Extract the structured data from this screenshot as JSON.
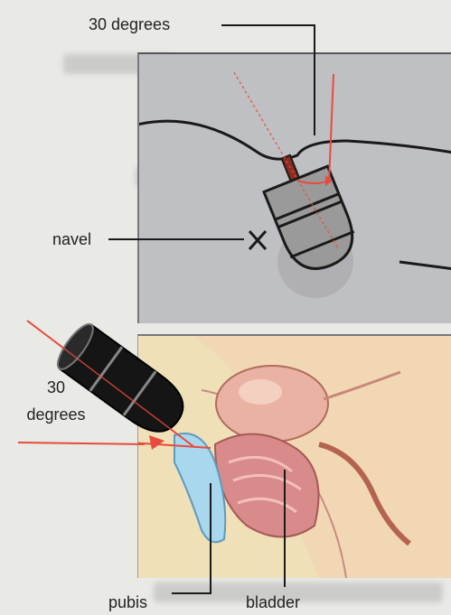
{
  "labels": {
    "angle_top": "30 degrees",
    "navel": "navel",
    "angle_bottom_line1": "30",
    "angle_bottom_line2": "degrees",
    "pubis": "pubis",
    "bladder": "bladder"
  },
  "colors": {
    "page_background": "#e9e9e6",
    "top_panel_background": "#bfc0c4",
    "bottom_panel_background": "#efe0b8",
    "probe_top": "#9a9a9a",
    "probe_bottom": "#151515",
    "guide_line": "#e84b3c",
    "bladder": "#e9b2a2",
    "pubis_bone": "#a9d8ee",
    "tissue": "#d98b8b"
  }
}
